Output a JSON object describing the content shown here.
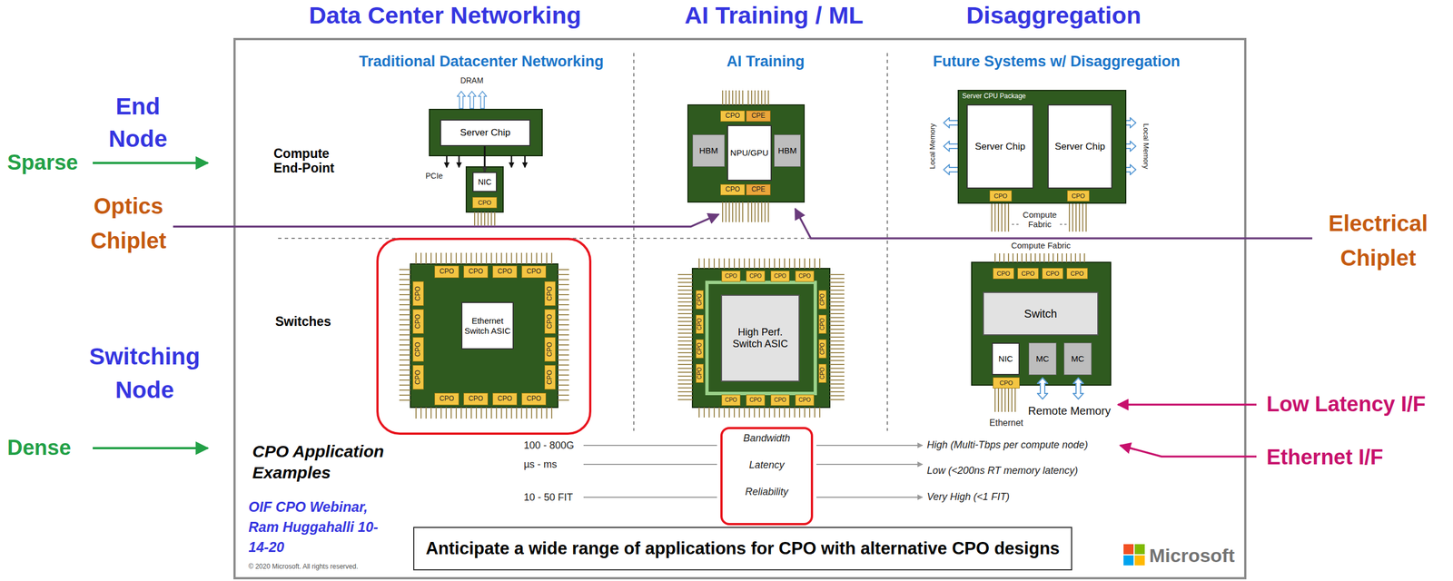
{
  "diagram": {
    "caption": "Anticipate a wide range of applications for CPO with alternative CPO designs",
    "nodes": [
      {
        "text": [
          "Server Chip"
        ]
      },
      {
        "text": [
          "NIC"
        ]
      },
      {
        "text": [
          "CPO"
        ]
      },
      {
        "text": [
          "CPO"
        ]
      },
      {
        "text": [
          "CPE"
        ]
      },
      {
        "text": [
          "HBM"
        ]
      },
      {
        "text": [
          "NPU/GPU"
        ]
      },
      {
        "text": [
          "HBM"
        ]
      },
      {
        "text": [
          "CPO"
        ]
      },
      {
        "text": [
          "CPE"
        ]
      },
      {
        "text": [
          "Server CPU Package"
        ]
      },
      {
        "text": [
          "Server Chip"
        ],
        "in": 10
      },
      {
        "text": [
          "Server Chip"
        ],
        "in": 10
      },
      {
        "text": [
          "CPO"
        ],
        "in": 10
      },
      {
        "text": [
          "CPO"
        ],
        "in": 10
      },
      {
        "text": [
          "Ethernet Switch ASIC"
        ]
      },
      {
        "text": [
          "CPO"
        ]
      },
      {
        "text": [
          "CPO"
        ]
      },
      {
        "text": [
          "CPO"
        ]
      },
      {
        "text": [
          "CPO"
        ]
      },
      {
        "text": [
          "CPO"
        ]
      },
      {
        "text": [
          "CPO"
        ]
      },
      {
        "text": [
          "CPO"
        ]
      },
      {
        "text": [
          "CPO"
        ]
      },
      {
        "text": [
          "CPO"
        ]
      },
      {
        "text": [
          "CPO"
        ]
      },
      {
        "text": [
          "CPO"
        ]
      },
      {
        "text": [
          "CPO"
        ]
      },
      {
        "text": [
          "CPO"
        ]
      },
      {
        "text": [
          "CPO"
        ]
      },
      {
        "text": [
          "CPO"
        ]
      },
      {
        "text": [
          "CPO"
        ]
      },
      {
        "text": [
          "High Perf. Switch ASIC"
        ]
      },
      {
        "text": [
          "CPO"
        ]
      },
      {
        "text": [
          "CPO"
        ]
      },
      {
        "text": [
          "CPO"
        ]
      },
      {
        "text": [
          "CPO"
        ]
      },
      {
        "text": [
          "CPO"
        ]
      },
      {
        "text": [
          "CPO"
        ]
      },
      {
        "text": [
          "CPO"
        ]
      },
      {
        "text": [
          "CPO"
        ]
      },
      {
        "text": [
          "CPO"
        ]
      },
      {
        "text": [
          "CPO"
        ]
      },
      {
        "text": [
          "CPO"
        ]
      },
      {
        "text": [
          "CPO"
        ]
      },
      {
        "text": [
          "CPO"
        ]
      },
      {
        "text": [
          "CPO"
        ]
      },
      {
        "text": [
          "CPO"
        ]
      },
      {
        "text": [
          "CPO"
        ]
      },
      {
        "text": [
          "Switch"
        ]
      },
      {
        "text": [
          "CPO"
        ]
      },
      {
        "text": [
          "CPO"
        ]
      },
      {
        "text": [
          "CPO"
        ]
      },
      {
        "text": [
          "CPO"
        ]
      },
      {
        "text": [
          "NIC"
        ]
      },
      {
        "text": [
          "MC"
        ]
      },
      {
        "text": [
          "MC"
        ]
      },
      {
        "text": [
          "CPO"
        ]
      },
      {
        "text": [
          "Bandwidth",
          "Latency",
          "Reliability"
        ]
      }
    ],
    "edges": [
      {
        "from": 0,
        "to": 1,
        "arrow": "to"
      },
      {
        "from": 11,
        "to": 12,
        "arrow": "both"
      }
    ],
    "labels": [
      "Data Center Networking",
      "AI Training / ML",
      "Disaggregation",
      "End Node",
      "Sparse",
      "Optics Chiplet",
      "Switching Node",
      "Dense",
      "Electrical Chiplet",
      "Low Latency I/F",
      "Ethernet I/F",
      "Traditional Datacenter Networking",
      "AI Training",
      "Future Systems w/ Disaggregation",
      "Compute End-Point",
      "Switches",
      "DRAM",
      "PCIe",
      "Local Memory",
      "Local Memory",
      "Compute Fabric",
      "Compute Fabric",
      "Ethernet",
      "Remote Memory",
      "CPO Application Examples",
      "100 - 800G",
      "µs - ms",
      "10 - 50 FIT",
      "High (Multi-Tbps per compute node)",
      "Low (<200ns RT memory latency)",
      "Very High (<1 FIT)",
      "OIF CPO Webinar, Ram Huggahalli 10-14-20",
      "© 2020 Microsoft. All rights reserved.",
      "Microsoft"
    ]
  }
}
